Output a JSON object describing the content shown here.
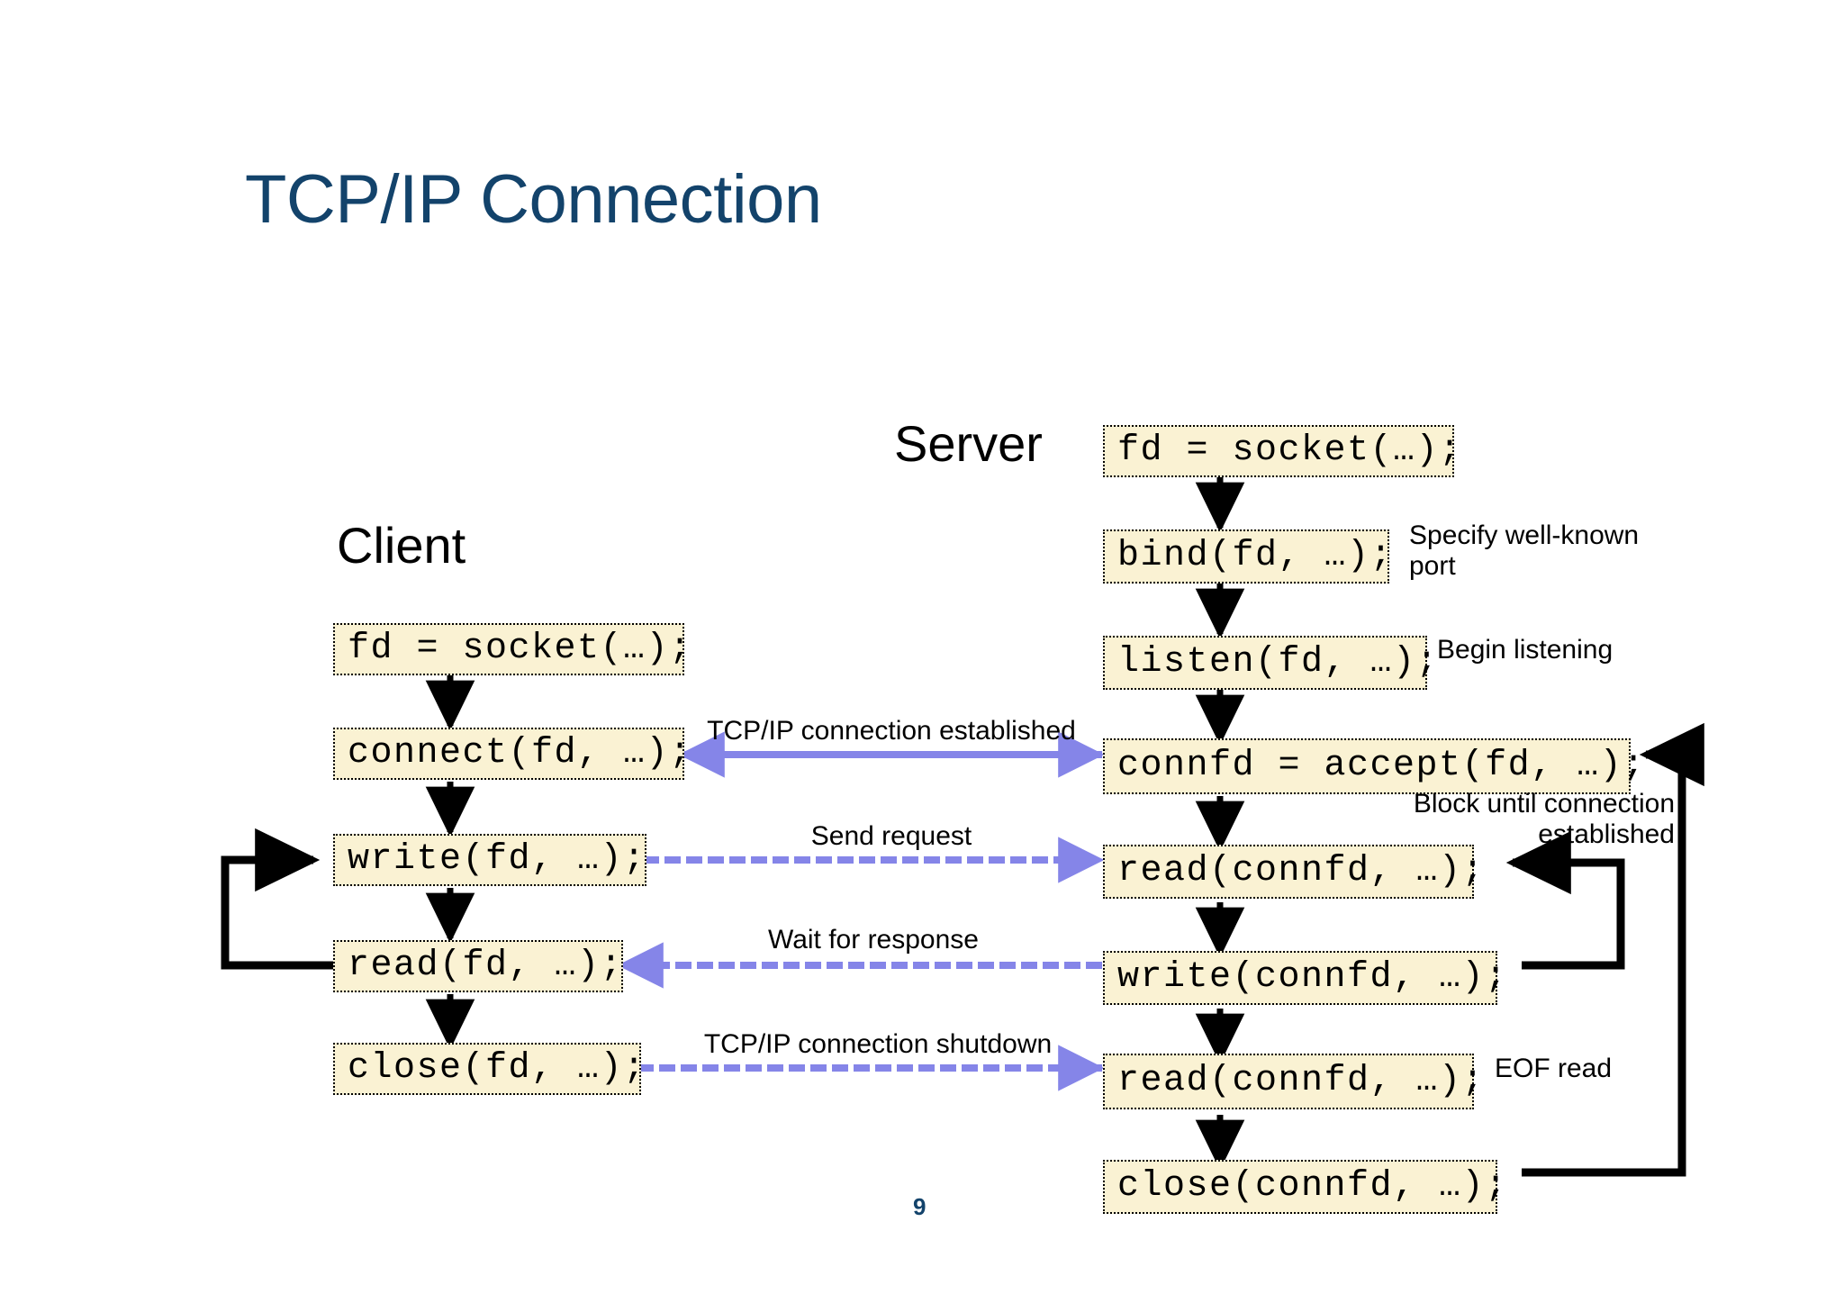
{
  "slide": {
    "title": "TCP/IP Connection",
    "page_number": "9",
    "colors": {
      "title_blue": "#13436b",
      "box_fill": "#faf2d3",
      "box_border": "#000000",
      "network_arrow": "#8585e8",
      "control_arrow": "#000000"
    }
  },
  "client": {
    "heading": "Client",
    "steps": [
      {
        "code": "fd = socket(…);"
      },
      {
        "code": "connect(fd, …);"
      },
      {
        "code": "write(fd, …);"
      },
      {
        "code": "read(fd, …);"
      },
      {
        "code": "close(fd, …);"
      }
    ]
  },
  "server": {
    "heading": "Server",
    "steps": [
      {
        "code": "fd = socket(…);",
        "note": ""
      },
      {
        "code": "bind(fd, …);",
        "note": "Specify well-known port"
      },
      {
        "code": "listen(fd, …);",
        "note": "Begin listening"
      },
      {
        "code": "connfd = accept(fd, …);",
        "note": "Block until connection established"
      },
      {
        "code": "read(connfd, …);",
        "note": ""
      },
      {
        "code": "write(connfd, …);",
        "note": ""
      },
      {
        "code": "read(connfd, …);",
        "note": "EOF read"
      },
      {
        "code": "close(connfd, …);",
        "note": ""
      }
    ]
  },
  "flows": [
    {
      "label": "TCP/IP connection established",
      "direction": "bidirectional"
    },
    {
      "label": "Send request",
      "direction": "client-to-server"
    },
    {
      "label": "Wait for response",
      "direction": "server-to-client"
    },
    {
      "label": "TCP/IP connection shutdown",
      "direction": "client-to-server"
    }
  ]
}
